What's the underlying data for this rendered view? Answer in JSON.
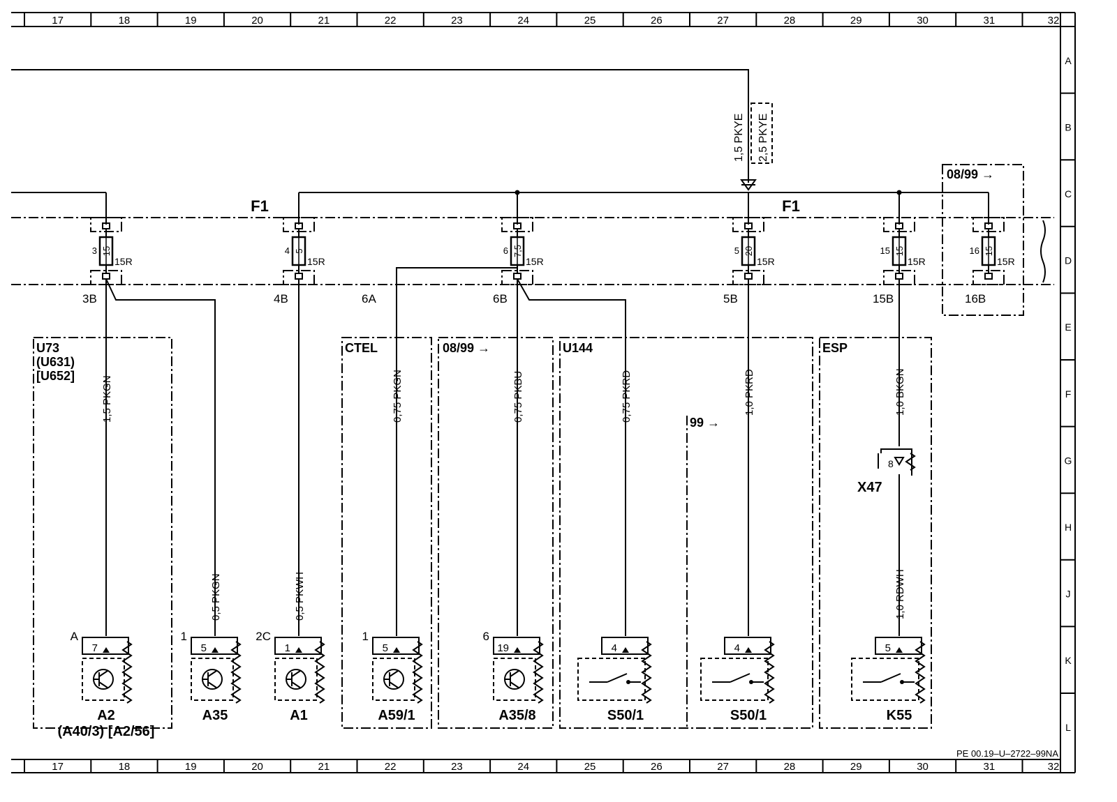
{
  "grid": {
    "columns": [
      "17",
      "18",
      "19",
      "20",
      "21",
      "22",
      "23",
      "24",
      "25",
      "26",
      "27",
      "28",
      "29",
      "30",
      "31",
      "32"
    ],
    "rows": [
      "A",
      "B",
      "C",
      "D",
      "E",
      "F",
      "G",
      "H",
      "J",
      "K",
      "L"
    ]
  },
  "fuse_box_label": "F1",
  "fuses": [
    {
      "number": "3",
      "rating": "15",
      "terminal": "15R",
      "out_label": "3B"
    },
    {
      "number": "4",
      "rating": "5",
      "terminal": "15R",
      "out_label": "4B"
    },
    {
      "number": "6",
      "rating": "7,5",
      "terminal": "15R",
      "out_label": "6B",
      "extra_label": "6A"
    },
    {
      "number": "5",
      "rating": "20",
      "terminal": "15R",
      "out_label": "5B"
    },
    {
      "number": "15",
      "rating": "15",
      "terminal": "15R",
      "out_label": "15B"
    },
    {
      "number": "16",
      "rating": "15",
      "terminal": "15R",
      "out_label": "16B"
    }
  ],
  "supply_wire": {
    "label": "1,5 PKYE",
    "alt_label": "2,5 PKYE"
  },
  "options": {
    "u73": [
      "U73",
      "(U631)",
      "[U652]"
    ],
    "ctel": "CTEL",
    "date_0899": "08/99 →",
    "u144": "U144",
    "date_99": "99 →",
    "esp": "ESP",
    "fuse16_date": "08/99 →"
  },
  "wires": [
    {
      "id": "a2",
      "label": "1,5 PKGN"
    },
    {
      "id": "a35",
      "label": "0,5 PKGN"
    },
    {
      "id": "a1",
      "label": "0,5 PKWH"
    },
    {
      "id": "a59",
      "label": "0,75 PKGN"
    },
    {
      "id": "a358",
      "label": "0,75 PKBU"
    },
    {
      "id": "s50a",
      "label": "0,75 PKRD"
    },
    {
      "id": "s50b",
      "label": "1,0 PKRD"
    },
    {
      "id": "k55_top",
      "label": "1,0 BKGN"
    },
    {
      "id": "k55_bot",
      "label": "1,0 RDWH"
    }
  ],
  "components": [
    {
      "id": "A2",
      "name": "A2",
      "sub": "(A40/3) [A2/56]",
      "pin": "7",
      "pin_label": "A",
      "type": "transistor"
    },
    {
      "id": "A35",
      "name": "A35",
      "pin": "5",
      "pin_label": "1",
      "type": "transistor"
    },
    {
      "id": "A1",
      "name": "A1",
      "pin": "1",
      "pin_label": "2C",
      "type": "transistor"
    },
    {
      "id": "A59",
      "name": "A59/1",
      "pin": "5",
      "pin_label": "1",
      "type": "transistor"
    },
    {
      "id": "A358",
      "name": "A35/8",
      "pin": "19",
      "pin_label": "6",
      "type": "transistor"
    },
    {
      "id": "S50a",
      "name": "S50/1",
      "pin": "4",
      "type": "switch"
    },
    {
      "id": "S50b",
      "name": "S50/1",
      "pin": "4",
      "type": "switch"
    },
    {
      "id": "K55",
      "name": "K55",
      "pin": "5",
      "type": "switch"
    }
  ],
  "connector": {
    "name": "X47",
    "pin": "8"
  },
  "doc_id": "PE 00.19–U–2722–99NA"
}
